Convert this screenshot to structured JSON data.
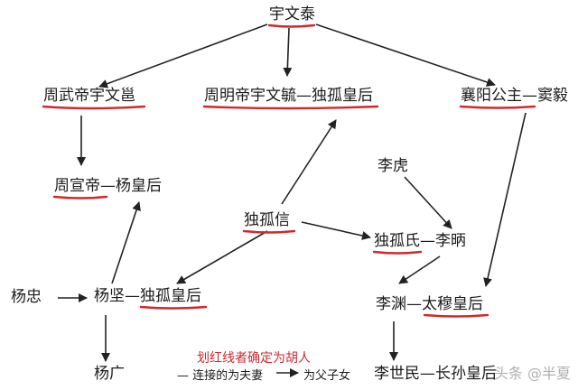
{
  "colors": {
    "edge": "#222222",
    "underline": "#d0282e",
    "legend_text": "#d0282e"
  },
  "nodes": {
    "yuwentai": "宇文泰",
    "zhouwudi": "周武帝宇文邕",
    "zhoumingdi": "周明帝宇文毓—独孤皇后",
    "xiangyang": "襄阳公主—窦毅",
    "zhouxuandi": "周宣帝—杨皇后",
    "lihu": "李虎",
    "dugu_xin": "独孤信",
    "dugu_shi": "独孤氏—李昞",
    "yangzhong": "杨忠",
    "yangjian": "杨坚—独孤皇后",
    "liyuan": "李渊—太穆皇后",
    "yangguang": "杨广",
    "lishimin": "李世民—长孙皇后"
  },
  "legend": {
    "red_note": "划红线者确定为胡人",
    "couple": "— 连接的为夫妻",
    "parent": "为父子女"
  },
  "watermark": "头条 @半夏"
}
